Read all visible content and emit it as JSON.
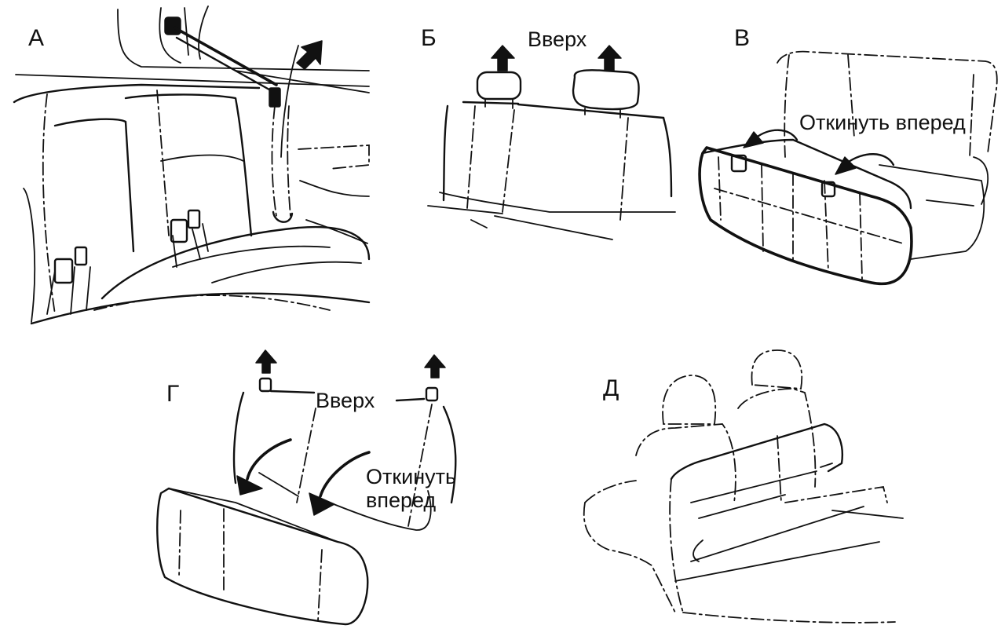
{
  "panels": {
    "a": {
      "letter": "А"
    },
    "b": {
      "letter": "Б",
      "caption_up": "Вверх"
    },
    "v": {
      "letter": "В",
      "caption_fold": "Откинуть вперед"
    },
    "g": {
      "letter": "Г",
      "caption_up": "Вверх",
      "caption_fold_line1": "Откинуть",
      "caption_fold_line2": "вперед"
    },
    "d": {
      "letter": "Д"
    }
  },
  "colors": {
    "line": "#111111",
    "background": "#ffffff"
  }
}
